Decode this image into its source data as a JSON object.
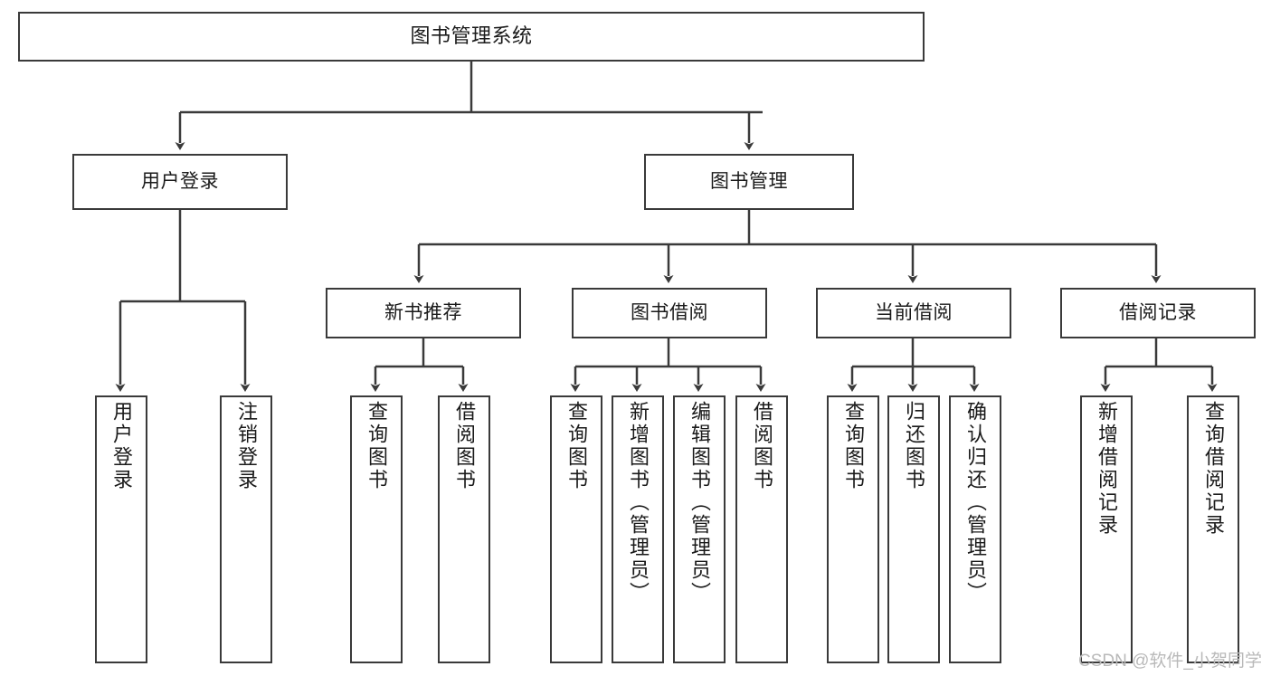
{
  "diagram": {
    "title": "图书管理系统",
    "type": "hierarchy-tree",
    "levels": 4,
    "root": {
      "label": "图书管理系统"
    },
    "level2": [
      {
        "label": "用户登录"
      },
      {
        "label": "图书管理"
      }
    ],
    "level3": [
      {
        "label": "新书推荐"
      },
      {
        "label": "图书借阅"
      },
      {
        "label": "当前借阅"
      },
      {
        "label": "借阅记录"
      }
    ],
    "leaves": {
      "user_login": [
        {
          "label": "用户登录"
        },
        {
          "label": "注销登录"
        }
      ],
      "new_book_recommend": [
        {
          "label": "查询图书"
        },
        {
          "label": "借阅图书"
        }
      ],
      "book_borrow": [
        {
          "label": "查询图书"
        },
        {
          "label": "新增图书（管理员）"
        },
        {
          "label": "编辑图书（管理员）"
        },
        {
          "label": "借阅图书"
        }
      ],
      "current_borrow": [
        {
          "label": "查询图书"
        },
        {
          "label": "归还图书"
        },
        {
          "label": "确认归还（管理员）"
        }
      ],
      "borrow_record": [
        {
          "label": "新增借阅记录"
        },
        {
          "label": "查询借阅记录"
        }
      ]
    },
    "colors": {
      "stroke": "#3a3a3a",
      "fill": "#ffffff",
      "text": "#1a1a1a",
      "watermark": "#b9b9b9"
    }
  },
  "watermark": {
    "text": "CSDN @软件_小贺同学"
  }
}
